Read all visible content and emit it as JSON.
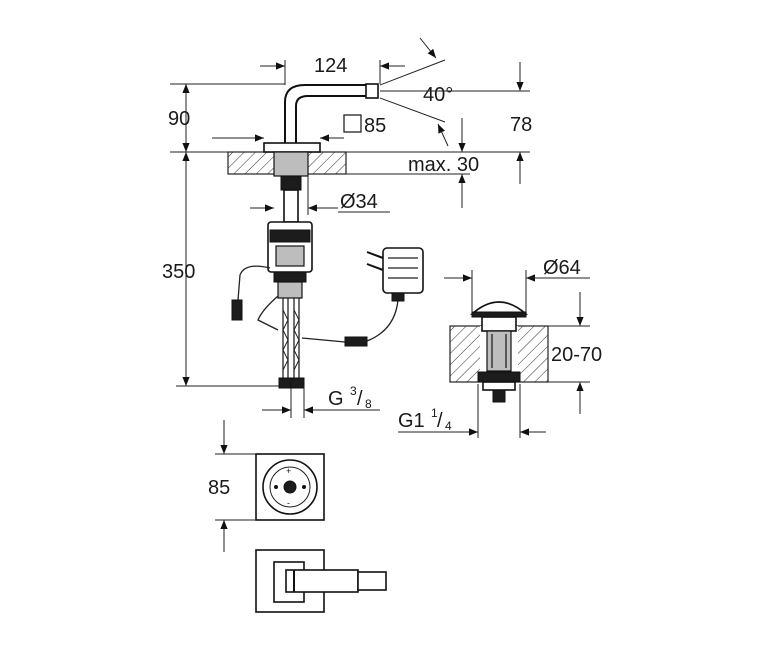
{
  "dimensions": {
    "width_124": "124",
    "angle_40": "40°",
    "height_78": "78",
    "height_90": "90",
    "square_85": "85",
    "max_30": "max. 30",
    "dia_34": "Ø34",
    "length_350": "350",
    "thread_g_prefix": "G",
    "thread_g_num": "3",
    "thread_g_den": "8",
    "dia_64": "Ø64",
    "range_20_70": "20-70",
    "thread_g1_prefix": "G1",
    "thread_g1_num": "1",
    "thread_g1_den": "4",
    "control_85": "85"
  },
  "symbols": {
    "square": "square-symbol",
    "arrow": "arrowhead-mark"
  },
  "colors": {
    "line": "#222222",
    "fill_dark": "#1c1c1c",
    "fill_gray": "#bdbdbd",
    "background": "#ffffff"
  }
}
